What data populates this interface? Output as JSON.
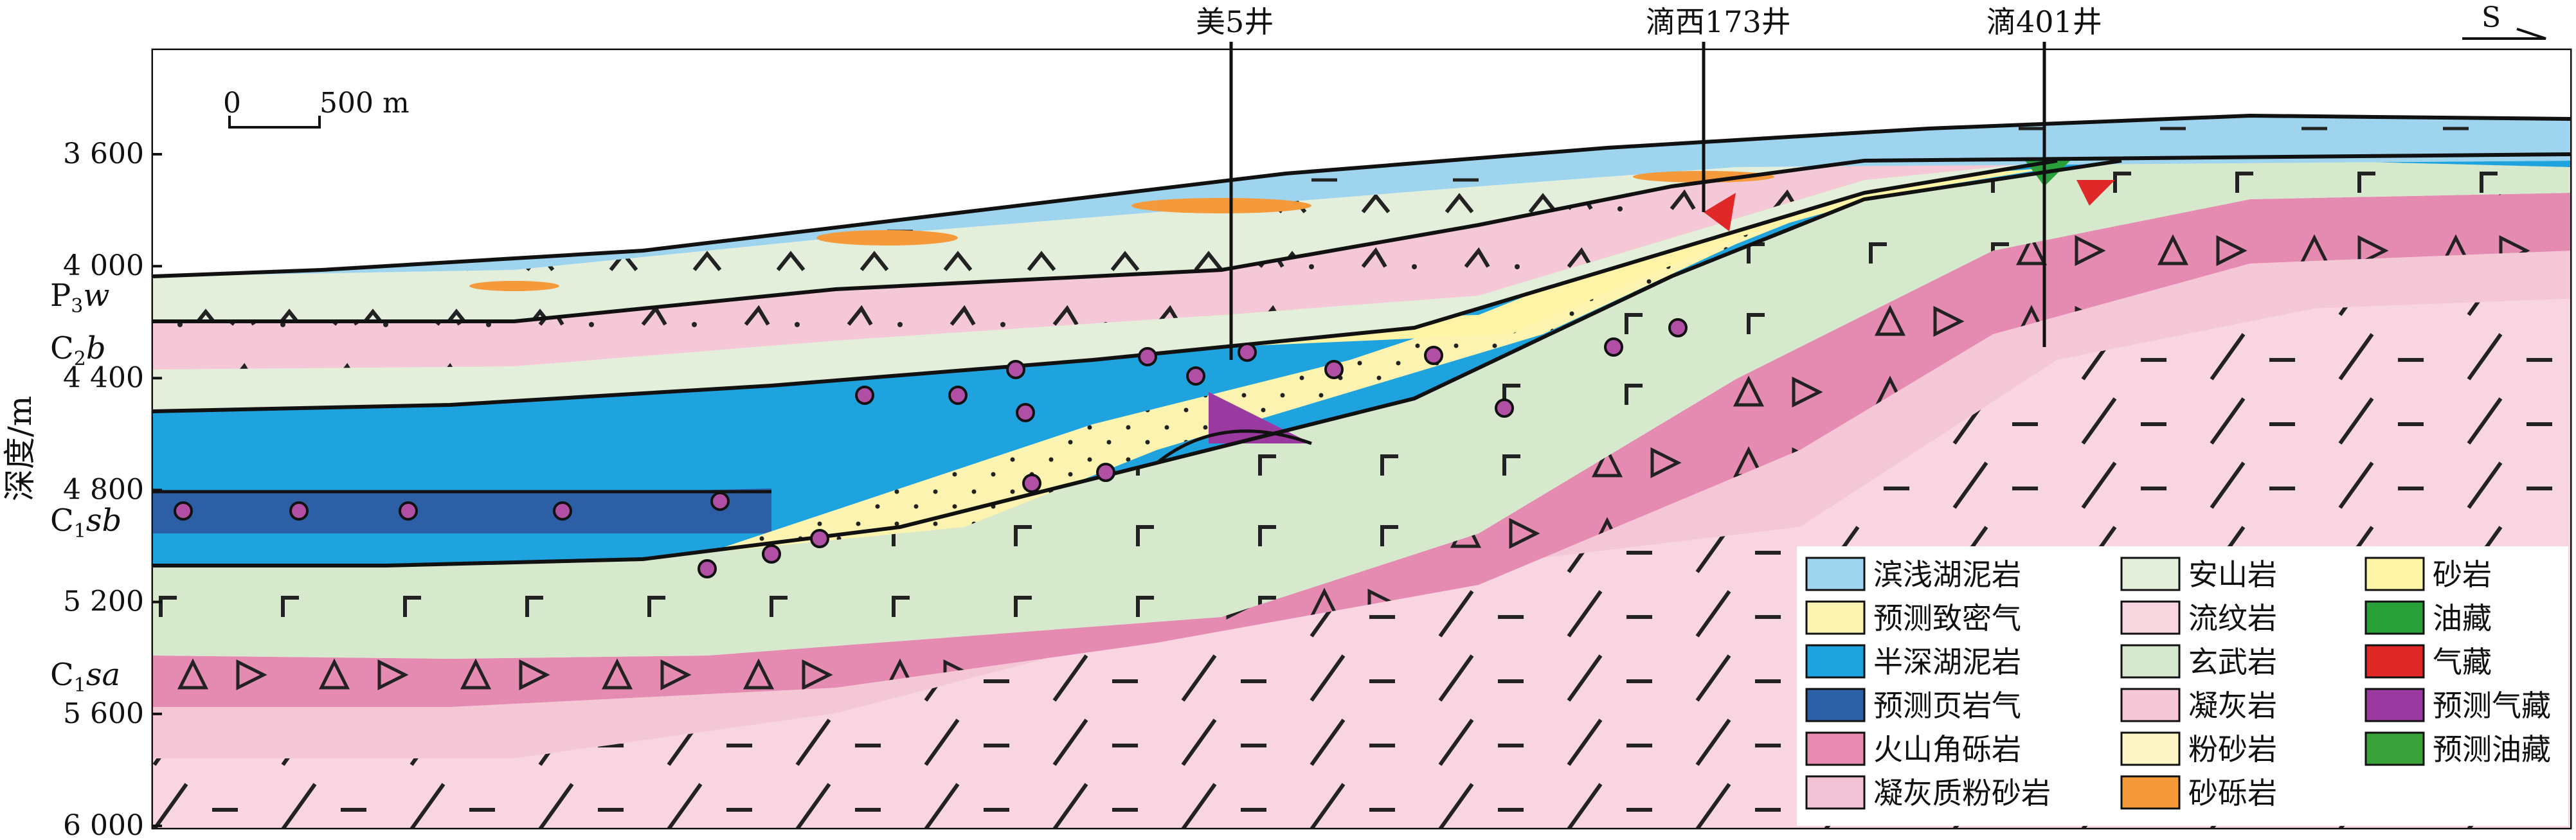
{
  "depth_axis": {
    "title": "深度/m",
    "ticks": [
      "3 600",
      "4 000",
      "4 400",
      "4 800",
      "5 200",
      "5 600",
      "6 000"
    ],
    "tick_values": [
      3600,
      4000,
      4400,
      4800,
      5200,
      5600,
      6000
    ]
  },
  "formations": [
    {
      "id": "P3w",
      "base": "P",
      "sub": "3",
      "tail": "w"
    },
    {
      "id": "C2b",
      "base": "C",
      "sub": "2",
      "tail": "b"
    },
    {
      "id": "C1sb",
      "base": "C",
      "sub": "1",
      "tail": "sb"
    },
    {
      "id": "C1sa",
      "base": "C",
      "sub": "1",
      "tail": "sa"
    }
  ],
  "wells": [
    "美5井",
    "滴西173井",
    "滴401井"
  ],
  "direction": "S",
  "scale_bar": {
    "zero": "0",
    "label": "500 m"
  },
  "legend": [
    {
      "label": "滨浅湖泥岩",
      "color": "#9fd4ee"
    },
    {
      "label": "预测致密气",
      "color": "#fdf3b0"
    },
    {
      "label": "半深湖泥岩",
      "color": "#1ea3df"
    },
    {
      "label": "预测页岩气",
      "color": "#2d5fa6"
    },
    {
      "label": "火山角砾岩",
      "color": "#e78bb0"
    },
    {
      "label": "凝灰质粉砂岩",
      "color": "#f1c2d3"
    },
    {
      "label": "安山岩",
      "color": "#e3eedb"
    },
    {
      "label": "流纹岩",
      "color": "#f7d6e0"
    },
    {
      "label": "玄武岩",
      "color": "#d5e8cd"
    },
    {
      "label": "凝灰岩",
      "color": "#f4c8d7"
    },
    {
      "label": "粉砂岩",
      "color": "#fff6c8"
    },
    {
      "label": "砂砾岩",
      "color": "#f59a3b"
    },
    {
      "label": "砂岩",
      "color": "#fff3a6"
    },
    {
      "label": "油藏",
      "color": "#2aa03a"
    },
    {
      "label": "气藏",
      "color": "#e02828"
    },
    {
      "label": "预测气藏",
      "color": "#9a3aa0"
    },
    {
      "label": "预测油藏",
      "color": "#3aa03a"
    }
  ]
}
